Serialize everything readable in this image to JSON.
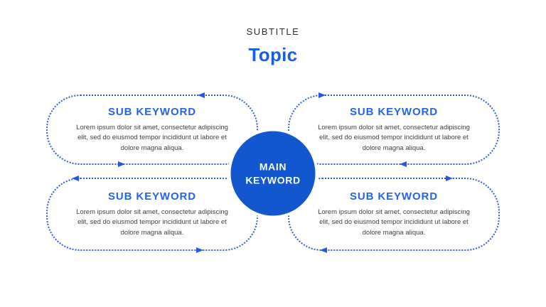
{
  "header": {
    "subtitle": "SUBTITLE",
    "title": "Topic"
  },
  "center": {
    "line1": "MAIN",
    "line2": "KEYWORD"
  },
  "boxes": [
    {
      "position": "top-left",
      "heading": "SUB KEYWORD",
      "body": "Lorem ipsum dolor sit amet, consectetur adipiscing elit, sed do eiusmod tempor incididunt ut labore et dolore magna aliqua."
    },
    {
      "position": "top-right",
      "heading": "SUB KEYWORD",
      "body": "Lorem ipsum dolor sit amet, consectetur adipiscing elit, sed do eiusmod tempor incididunt ut labore et dolore magna aliqua."
    },
    {
      "position": "bottom-left",
      "heading": "SUB KEYWORD",
      "body": "Lorem ipsum dolor sit amet, consectetur adipiscing elit, sed do eiusmod tempor incididunt ut labore et dolore magna aliqua."
    },
    {
      "position": "bottom-right",
      "heading": "SUB KEYWORD",
      "body": "Lorem ipsum dolor sit amet, consectetur adipiscing elit, sed do eiusmod tempor incididunt ut labore et dolore magna aliqua."
    }
  ],
  "colors": {
    "primary_blue": "#1257cd",
    "title_blue": "#175de5",
    "heading_blue": "#2563e8",
    "dotted_border_blue": "#2e5ce0",
    "arrow_blue": "#2657e0",
    "subtitle_text": "#2e2e2e",
    "body_text": "#3f3f3f"
  }
}
